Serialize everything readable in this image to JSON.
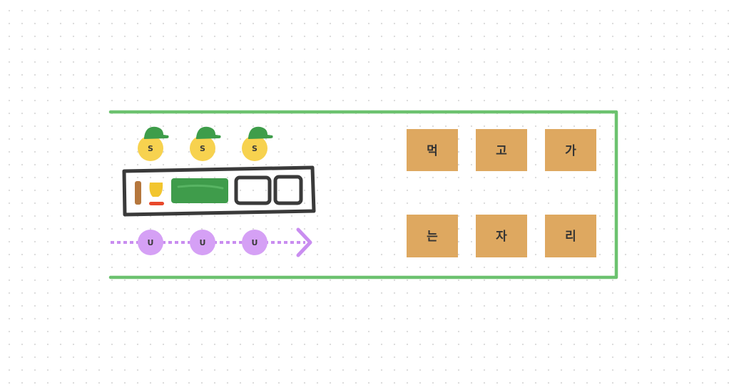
{
  "staff_badges": [
    "S",
    "S",
    "S"
  ],
  "user_badges": [
    "U",
    "U",
    "U"
  ],
  "tiles": [
    "먹",
    "고",
    "가",
    "는",
    "자",
    "리"
  ],
  "colors": {
    "frame": "#6cc26f",
    "staff_badge": "#f7d24f",
    "cap": "#3e9d4a",
    "user_badge": "#d5a0f5",
    "user_path": "#c98df0",
    "tile": "#dea860",
    "counter_outline": "#3a3a3a",
    "counter_green": "#3f9c4b",
    "counter_brown": "#b5773d",
    "counter_yellow": "#f2c52e",
    "counter_red": "#e8492b"
  }
}
